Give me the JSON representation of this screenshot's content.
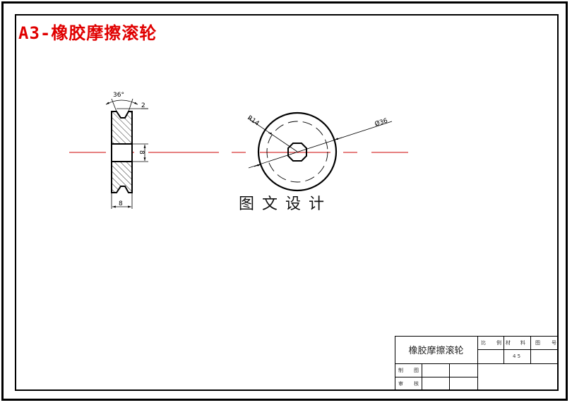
{
  "drawing": {
    "title": "A3-橡胶摩擦滚轮",
    "title_color": "#e00000",
    "centerline_color": "#cc0000",
    "watermark": "图文设计"
  },
  "side_view": {
    "dimensions": {
      "groove_angle": "36°",
      "groove_depth": "2",
      "bore_height": "8",
      "width": "8"
    }
  },
  "front_view": {
    "dimensions": {
      "radius": "R14",
      "diameter": "Ø36"
    }
  },
  "title_block": {
    "part_name": "橡胶摩擦滚轮",
    "labels": {
      "scale_a": "比",
      "scale_b": "例",
      "material_a": "材",
      "material_b": "料",
      "drawing_no_a": "图",
      "drawing_no_b": "号",
      "drawn_by_a": "制",
      "drawn_by_b": "图",
      "checked_by_a": "审",
      "checked_by_b": "核"
    },
    "values": {
      "scale": "",
      "material": "4 5",
      "drawing_no": ""
    }
  }
}
